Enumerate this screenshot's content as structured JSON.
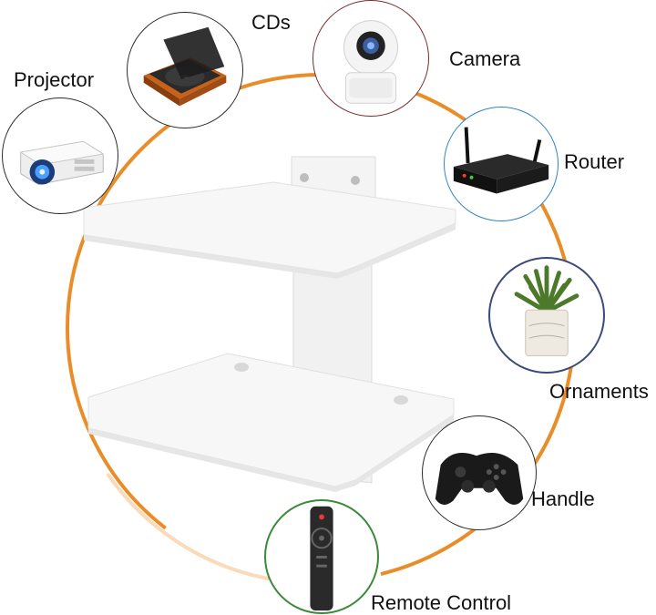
{
  "labels": {
    "cds": "CDs",
    "camera": "Camera",
    "projector": "Projector",
    "router": "Router",
    "ornaments": "Ornaments",
    "handle": "Handle",
    "remote": "Remote Control"
  },
  "colors": {
    "ring": "#E8871E",
    "bubble_border": "#2b2b2b",
    "ornaments_border": "#3b4a7a",
    "remote_border": "#3a8a3a",
    "shelf": "#f3f3f3",
    "shelf_edge": "#dcdcdc"
  },
  "icons": [
    "cd-player-icon",
    "camera-icon",
    "projector-icon",
    "router-icon",
    "plant-pot-icon",
    "gamepad-icon",
    "remote-control-icon"
  ]
}
